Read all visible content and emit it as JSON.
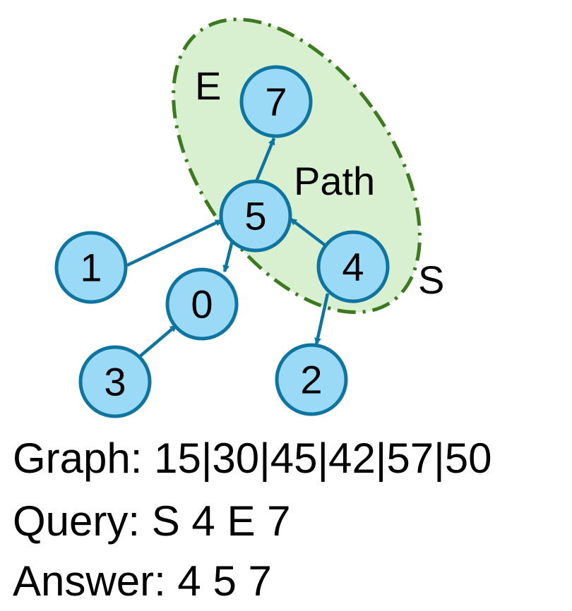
{
  "diagram": {
    "type": "directed-graph",
    "colors": {
      "node_fill": "#9ADAF7",
      "node_stroke": "#0E74A0",
      "edge": "#0E74A0",
      "region_fill": "#D8F0D0",
      "region_stroke": "#3B7A1E"
    },
    "region": {
      "path_label": "Path",
      "start_label": "S",
      "end_label": "E"
    },
    "nodes": [
      {
        "id": "7",
        "label": "7"
      },
      {
        "id": "5",
        "label": "5"
      },
      {
        "id": "1",
        "label": "1"
      },
      {
        "id": "4",
        "label": "4"
      },
      {
        "id": "0",
        "label": "0"
      },
      {
        "id": "3",
        "label": "3"
      },
      {
        "id": "2",
        "label": "2"
      }
    ],
    "edges": [
      {
        "from": "1",
        "to": "5"
      },
      {
        "from": "3",
        "to": "0"
      },
      {
        "from": "4",
        "to": "5"
      },
      {
        "from": "4",
        "to": "2"
      },
      {
        "from": "5",
        "to": "7"
      },
      {
        "from": "5",
        "to": "0"
      }
    ]
  },
  "captions": {
    "graph": "Graph: 15|30|45|42|57|50",
    "query": "Query: S 4 E 7",
    "answer": "Answer: 4 5 7"
  }
}
